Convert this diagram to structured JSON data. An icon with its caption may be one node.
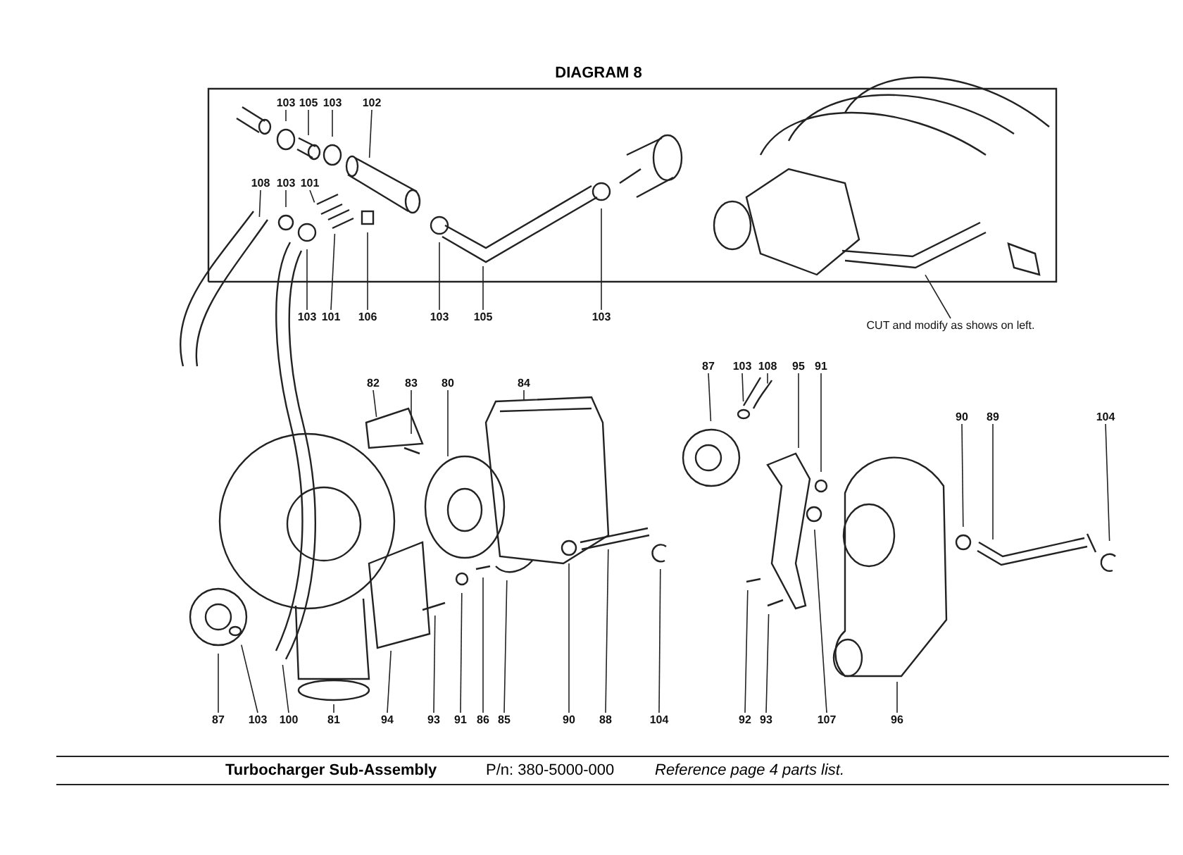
{
  "diagram": {
    "title": "DIAGRAM 8",
    "nodes": [
      {
        "text": [
          "103"
        ]
      },
      {
        "text": [
          "105"
        ]
      },
      {
        "text": [
          "103"
        ]
      },
      {
        "text": [
          "102"
        ]
      },
      {
        "text": [
          "108"
        ]
      },
      {
        "text": [
          "103"
        ]
      },
      {
        "text": [
          "101"
        ]
      },
      {
        "text": [
          "103"
        ]
      },
      {
        "text": [
          "101"
        ]
      },
      {
        "text": [
          "106"
        ]
      },
      {
        "text": [
          "103"
        ]
      },
      {
        "text": [
          "105"
        ]
      },
      {
        "text": [
          "103"
        ]
      },
      {
        "text": [
          "CUT and modify as shows on left."
        ]
      },
      {
        "text": [
          "87"
        ]
      },
      {
        "text": [
          "103"
        ]
      },
      {
        "text": [
          "108"
        ]
      },
      {
        "text": [
          "95"
        ]
      },
      {
        "text": [
          "91"
        ]
      },
      {
        "text": [
          "82"
        ]
      },
      {
        "text": [
          "83"
        ]
      },
      {
        "text": [
          "80"
        ]
      },
      {
        "text": [
          "84"
        ]
      },
      {
        "text": [
          "90"
        ]
      },
      {
        "text": [
          "89"
        ]
      },
      {
        "text": [
          "104"
        ]
      },
      {
        "text": [
          "87"
        ]
      },
      {
        "text": [
          "103"
        ]
      },
      {
        "text": [
          "100"
        ]
      },
      {
        "text": [
          "81"
        ]
      },
      {
        "text": [
          "94"
        ]
      },
      {
        "text": [
          "93"
        ]
      },
      {
        "text": [
          "91"
        ]
      },
      {
        "text": [
          "86"
        ]
      },
      {
        "text": [
          "85"
        ]
      },
      {
        "text": [
          "90"
        ]
      },
      {
        "text": [
          "88"
        ]
      },
      {
        "text": [
          "104"
        ]
      },
      {
        "text": [
          "92"
        ]
      },
      {
        "text": [
          "93"
        ]
      },
      {
        "text": [
          "107"
        ]
      },
      {
        "text": [
          "96"
        ]
      }
    ],
    "edges": [
      {
        "from": 0,
        "to": null,
        "arrow": "none"
      },
      {
        "from": 1,
        "to": null,
        "arrow": "none"
      },
      {
        "from": 2,
        "to": null,
        "arrow": "none"
      },
      {
        "from": 3,
        "to": null,
        "arrow": "none"
      },
      {
        "from": 4,
        "to": null,
        "arrow": "none"
      },
      {
        "from": 5,
        "to": null,
        "arrow": "none"
      },
      {
        "from": 6,
        "to": null,
        "arrow": "none"
      },
      {
        "from": 7,
        "to": null,
        "arrow": "none"
      },
      {
        "from": 8,
        "to": null,
        "arrow": "none"
      },
      {
        "from": 9,
        "to": null,
        "arrow": "none"
      },
      {
        "from": 10,
        "to": null,
        "arrow": "none"
      },
      {
        "from": 11,
        "to": null,
        "arrow": "none"
      },
      {
        "from": 12,
        "to": null,
        "arrow": "none"
      },
      {
        "from": 13,
        "to": null,
        "arrow": "none"
      },
      {
        "from": 14,
        "to": null,
        "arrow": "none"
      },
      {
        "from": 15,
        "to": null,
        "arrow": "none"
      },
      {
        "from": 16,
        "to": null,
        "arrow": "none"
      },
      {
        "from": 17,
        "to": null,
        "arrow": "none"
      },
      {
        "from": 18,
        "to": null,
        "arrow": "none"
      },
      {
        "from": 19,
        "to": null,
        "arrow": "none"
      },
      {
        "from": 20,
        "to": null,
        "arrow": "none"
      },
      {
        "from": 21,
        "to": null,
        "arrow": "none"
      },
      {
        "from": 22,
        "to": null,
        "arrow": "none"
      },
      {
        "from": 23,
        "to": null,
        "arrow": "none"
      },
      {
        "from": 24,
        "to": null,
        "arrow": "none"
      },
      {
        "from": 25,
        "to": null,
        "arrow": "none"
      },
      {
        "from": 26,
        "to": null,
        "arrow": "none"
      },
      {
        "from": 27,
        "to": null,
        "arrow": "none"
      },
      {
        "from": 28,
        "to": null,
        "arrow": "none"
      },
      {
        "from": 29,
        "to": null,
        "arrow": "none"
      },
      {
        "from": 30,
        "to": null,
        "arrow": "none"
      },
      {
        "from": 31,
        "to": null,
        "arrow": "none"
      },
      {
        "from": 32,
        "to": null,
        "arrow": "none"
      },
      {
        "from": 33,
        "to": null,
        "arrow": "none"
      },
      {
        "from": 34,
        "to": null,
        "arrow": "none"
      },
      {
        "from": 35,
        "to": null,
        "arrow": "none"
      },
      {
        "from": 36,
        "to": null,
        "arrow": "none"
      },
      {
        "from": 37,
        "to": null,
        "arrow": "none"
      },
      {
        "from": 38,
        "to": null,
        "arrow": "none"
      },
      {
        "from": 39,
        "to": null,
        "arrow": "none"
      },
      {
        "from": 40,
        "to": null,
        "arrow": "none"
      },
      {
        "from": 41,
        "to": null,
        "arrow": "none"
      }
    ],
    "labels": [
      "Turbocharger Sub-Assembly",
      "P/n: 380-5000-000",
      "Reference page 4 parts list."
    ]
  }
}
